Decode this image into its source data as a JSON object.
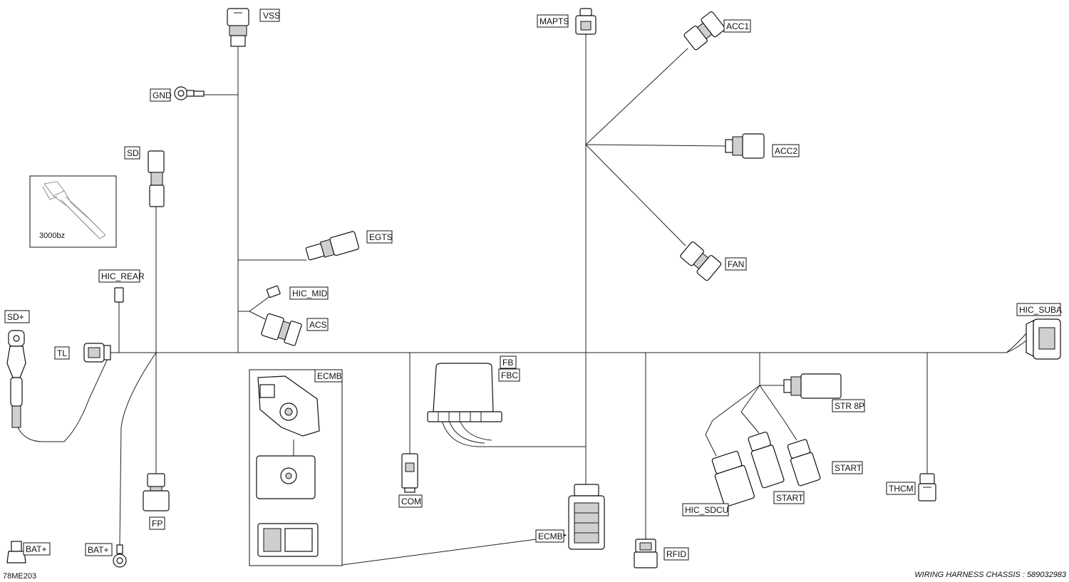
{
  "labels": {
    "vss": "VSS",
    "gnd": "GND",
    "sd": "SD",
    "egts": "EGTS",
    "hic_mid": "HIC_MID",
    "acs": "ACS",
    "hic_rear": "HIC_REAR",
    "sd_plus": "SD+",
    "tl": "TL",
    "bat_plus_left": "BAT+",
    "bat_plus_mid": "BAT+",
    "fp": "FP",
    "ecmb_box": "ECMB",
    "ecmb": "ECMB",
    "com": "COM",
    "fb": "FB",
    "fbc": "FBC",
    "mapts": "MAPTS",
    "acc1": "ACC1",
    "acc2": "ACC2",
    "fan": "FAN",
    "hic_suba": "HIC_SUBA",
    "str8p": "STR 8P",
    "start_1": "START",
    "start_2": "START",
    "hic_sdcu": "HIC_SDCU",
    "thcm": "THCM",
    "rfid": "RFID"
  },
  "inset_caption": "3000bz",
  "image_code": "78ME203",
  "footer_title": "WIRING HARNESS CHASSIS : 589032983"
}
